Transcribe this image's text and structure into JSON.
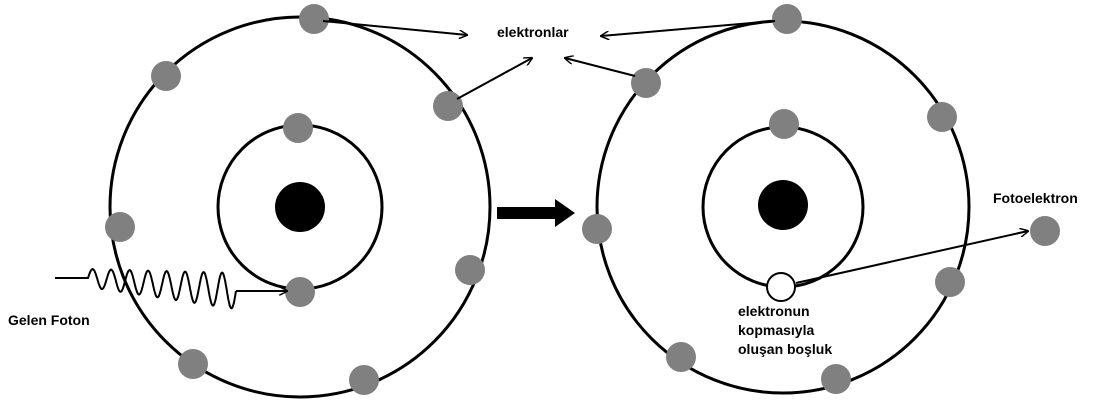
{
  "labels": {
    "electrons": "elektronlar",
    "incoming_photon": "Gelen Foton",
    "photoelectron": "Fotoelektron",
    "vacancy_line1": "elektronun",
    "vacancy_line2": "kopmasıyla",
    "vacancy_line3": "oluşan boşluk"
  },
  "colors": {
    "electron": "#808080",
    "nucleus": "#000000",
    "orbit": "#000000",
    "vacancy": "#ffffff",
    "background": "#ffffff"
  }
}
